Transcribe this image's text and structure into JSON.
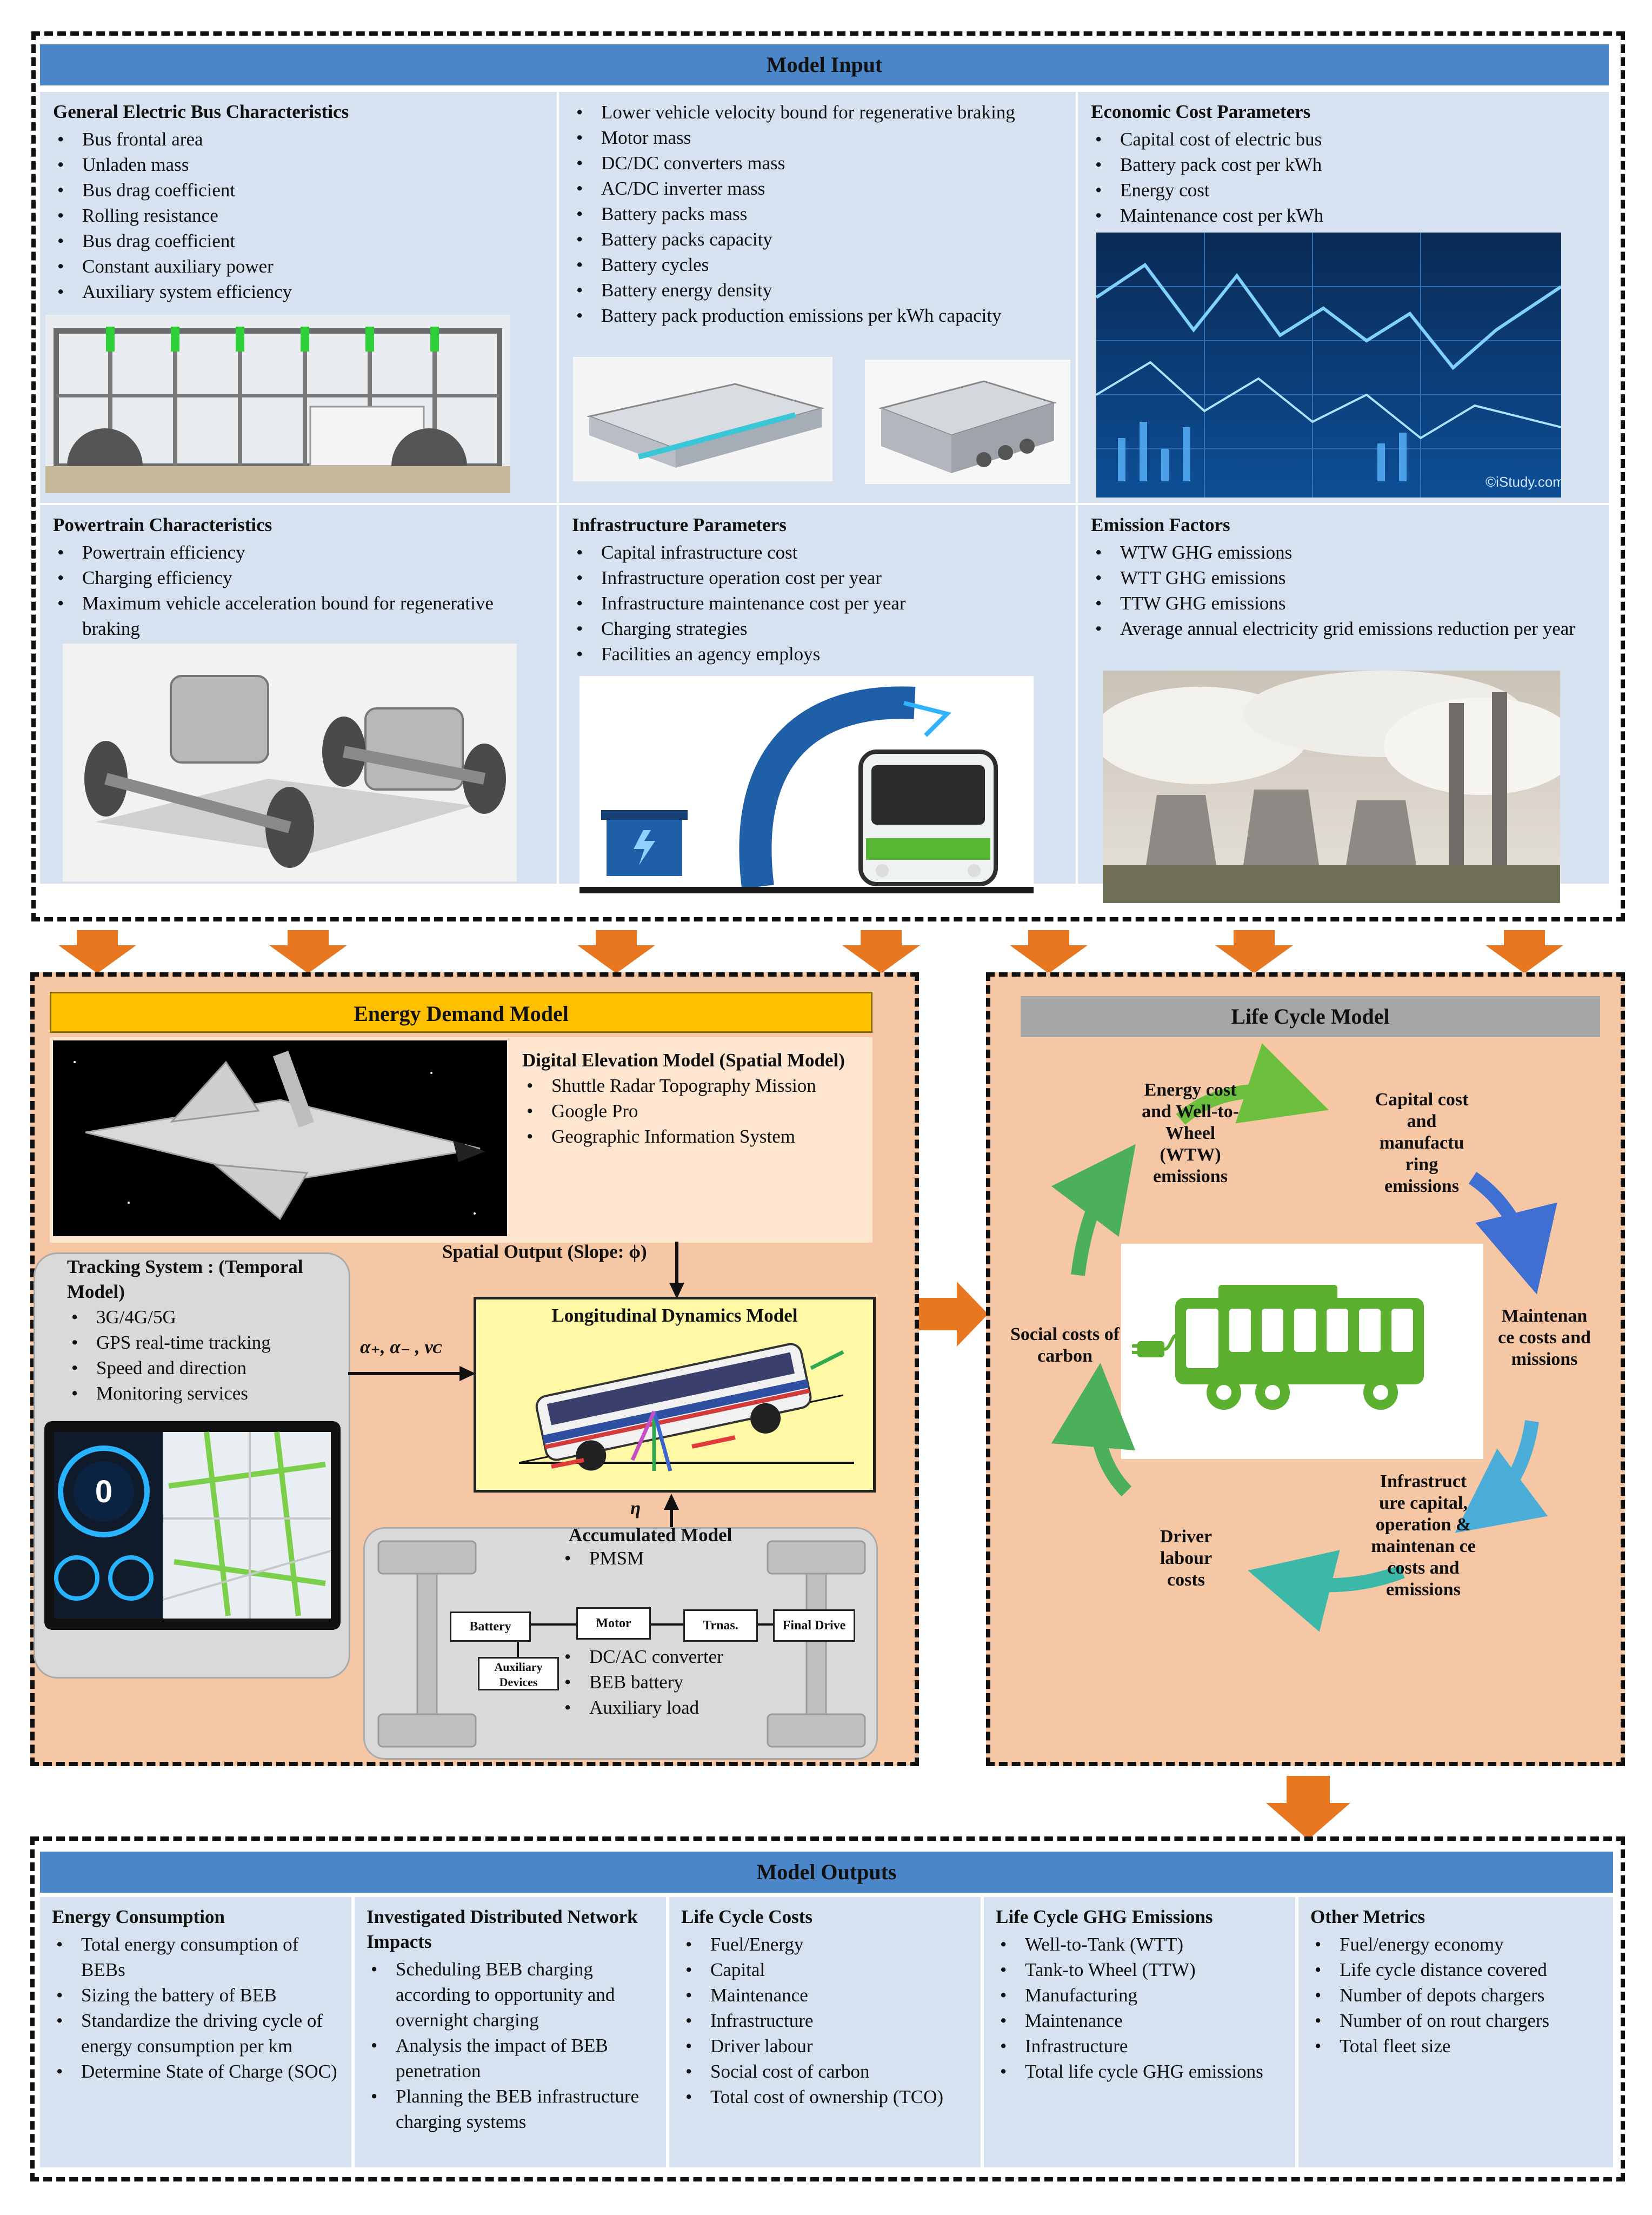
{
  "model_input": {
    "title": "Model Input",
    "general": {
      "heading": "General Electric Bus Characteristics",
      "items": [
        "Bus frontal area",
        "Unladen mass",
        "Bus drag coefficient",
        "Rolling resistance",
        "Bus drag coefficient",
        "Constant auxiliary power",
        "Auxiliary system efficiency"
      ]
    },
    "general_cont": {
      "items": [
        "Lower vehicle velocity bound for regenerative braking",
        "Motor mass",
        "DC/DC converters mass",
        "AC/DC inverter mass",
        "Battery packs mass",
        "Battery packs capacity",
        "Battery cycles",
        "Battery energy density",
        "Battery pack production emissions per kWh capacity"
      ]
    },
    "economic": {
      "heading": "Economic Cost Parameters",
      "items": [
        "Capital cost of electric bus",
        "Battery pack cost per kWh",
        "Energy cost",
        "Maintenance cost per kWh"
      ]
    },
    "powertrain": {
      "heading": "Powertrain Characteristics",
      "items": [
        "Powertrain efficiency",
        "Charging efficiency",
        "Maximum vehicle acceleration bound for regenerative braking"
      ]
    },
    "infrastructure": {
      "heading": "Infrastructure Parameters",
      "items": [
        "Capital infrastructure cost",
        "Infrastructure operation cost per year",
        "Infrastructure  maintenance cost per year",
        "Charging strategies",
        "Facilities an agency employs"
      ]
    },
    "emission": {
      "heading": "Emission Factors",
      "items": [
        "WTW GHG emissions",
        "WTT GHG emissions",
        "TTW GHG emissions",
        "Average annual electricity grid emissions reduction per year"
      ]
    },
    "stock_watermark": "©iStudy.com"
  },
  "energy_demand": {
    "title": "Energy Demand Model",
    "dem": {
      "heading": "Digital Elevation Model (Spatial Model)",
      "items": [
        "Shuttle Radar Topography Mission",
        "Google Pro",
        "Geographic Information System"
      ]
    },
    "spatial_output": "Spatial Output (Slope: ϕ)",
    "tracking": {
      "heading": "Tracking System : (Temporal Model)",
      "items": [
        "3G/4G/5G",
        "GPS real-time tracking",
        "Speed and direction",
        "Monitoring services"
      ]
    },
    "inputs_label": "α₊, α₋ , vᴄ",
    "ldm_title": "Longitudinal Dynamics Model",
    "eta_label": "η",
    "accumulated": {
      "heading": "Accumulated Model",
      "item_top": "PMSM",
      "items": [
        "DC/AC converter",
        "BEB battery",
        "Auxiliary load"
      ],
      "components": {
        "battery": "Battery",
        "motor": "Motor",
        "trans": "Trnas.",
        "final": "Final Drive",
        "aux": "Auxiliary Devices"
      }
    },
    "speedo_value": "0"
  },
  "life_cycle": {
    "title": "Life Cycle Model",
    "nodes": {
      "energy": "Energy cost and Well-to-Wheel (WTW) emissions",
      "capital": "Capital cost and manufactu ring emissions",
      "maint": "Maintenan ce costs and missions",
      "infra": "Infrastruct ure capital, operation & maintenan ce costs and emissions",
      "driver": "Driver labour costs",
      "social": "Social costs of carbon"
    }
  },
  "model_outputs": {
    "title": "Model Outputs",
    "energy": {
      "heading": "Energy Consumption",
      "items": [
        "Total energy consumption of BEBs",
        "Sizing the battery of BEB",
        "Standardize the driving cycle of energy consumption per km",
        "Determine State of Charge (SOC)"
      ]
    },
    "network": {
      "heading": "Investigated Distributed Network Impacts",
      "items": [
        "Scheduling BEB charging according to opportunity and overnight charging",
        "Analysis the impact of BEB penetration",
        "Planning the BEB infrastructure charging systems"
      ]
    },
    "lcc": {
      "heading": "Life Cycle Costs",
      "items": [
        "Fuel/Energy",
        "Capital",
        "Maintenance",
        "Infrastructure",
        "Driver labour",
        "Social cost of carbon",
        "Total cost of ownership (TCO)"
      ]
    },
    "ghg": {
      "heading": "Life Cycle  GHG Emissions",
      "items": [
        "Well-to-Tank (WTT)",
        "Tank-to Wheel (TTW)",
        "Manufacturing",
        "Maintenance",
        "Infrastructure",
        "Total life cycle GHG emissions"
      ]
    },
    "other": {
      "heading": "Other Metrics",
      "items": [
        "Fuel/energy economy",
        "Life cycle distance covered",
        "Number of depots chargers",
        "Number of on rout chargers",
        "Total fleet size"
      ]
    }
  },
  "colors": {
    "blue_banner": "#4a86c8",
    "cell_bg": "#d6e2f0",
    "orange_bg": "#f6c7a5",
    "yellow_banner": "#ffc000",
    "gray_banner": "#a6a6a6",
    "arrow_orange": "#e87722",
    "bus_green": "#5bb030"
  }
}
